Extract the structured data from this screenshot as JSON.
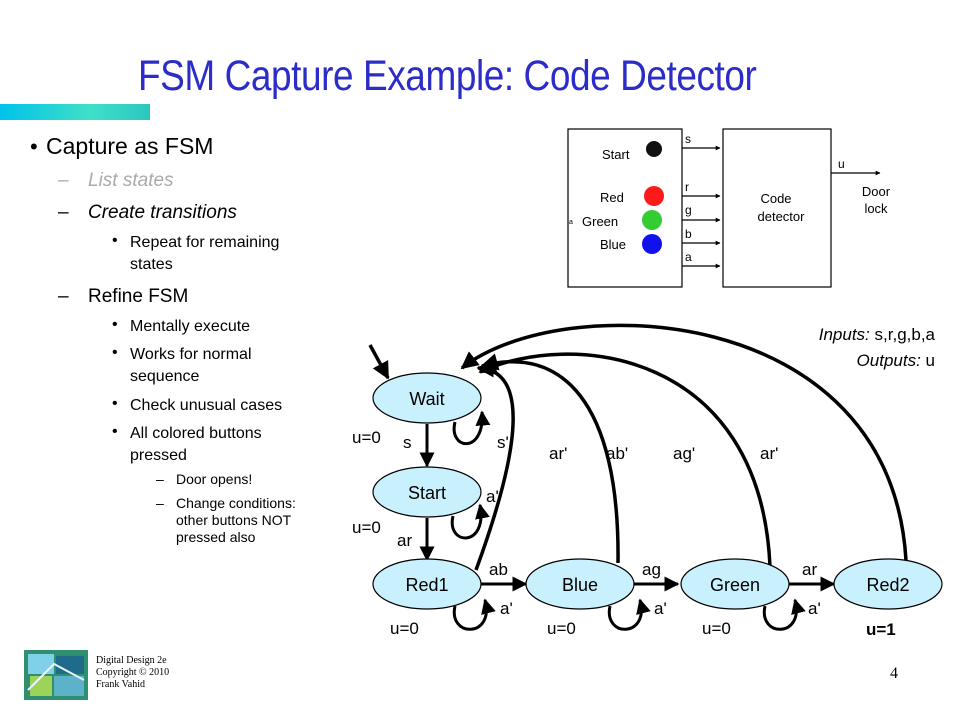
{
  "slide": {
    "title": "FSM Capture Example: Code Detector",
    "page_number": "4"
  },
  "bullets": {
    "b1": "Capture as FSM",
    "list_states": "List states",
    "create_transitions": "Create transitions",
    "repeat_line1": "Repeat for remaining",
    "repeat_line2": "states",
    "refine": "Refine FSM",
    "mentally": "Mentally execute",
    "works_line1": "Works for normal",
    "works_line2": "sequence",
    "check": "Check unusual cases",
    "all_line1": "All colored buttons",
    "all_line2": "pressed",
    "door_opens": "Door opens!",
    "change_line1": "Change conditions:",
    "change_line2": "other buttons NOT",
    "change_line3": "pressed also",
    "dash": "–",
    "bullet": "•"
  },
  "block": {
    "start": "Start",
    "red": "Red",
    "green": "Green",
    "blue": "Blue",
    "tiny_a": "a",
    "sig_s": "s",
    "sig_r": "r",
    "sig_g": "g",
    "sig_b": "b",
    "sig_a": "a",
    "code_line1": "Code",
    "code_line2": "detector",
    "out_u": "u",
    "door_line1": "Door",
    "door_line2": "lock",
    "colors": {
      "red": "#ff1a1a",
      "green": "#33cc33",
      "blue": "#1111ee",
      "black": "#111111"
    }
  },
  "io": {
    "inputs_label": "Inputs:",
    "inputs_value": " s,r,g,b,a",
    "outputs_label": "Outputs:",
    "outputs_value": " u"
  },
  "fsm": {
    "states": {
      "wait": "Wait",
      "start": "Start",
      "red1": "Red1",
      "blue": "Blue",
      "green": "Green",
      "red2": "Red2"
    },
    "outputs": {
      "wait": "u=0",
      "start": "u=0",
      "red1": "u=0",
      "blue": "u=0",
      "green": "u=0",
      "red2": "u=1"
    },
    "transitions": {
      "wait_start": "s",
      "wait_self": "s'",
      "start_self": "a'",
      "start_red1": "ar",
      "red1_blue": "ab",
      "red1_self": "a'",
      "blue_green": "ag",
      "blue_self": "a'",
      "green_red2": "ar",
      "green_self": "a'",
      "red1_wait": "ar'",
      "blue_wait": "ab'",
      "green_wait": "ag'",
      "red2_wait": "ar'"
    }
  },
  "footer": {
    "line1": "Digital Design 2e",
    "line2": "Copyright © 2010",
    "line3": "Frank Vahid"
  }
}
